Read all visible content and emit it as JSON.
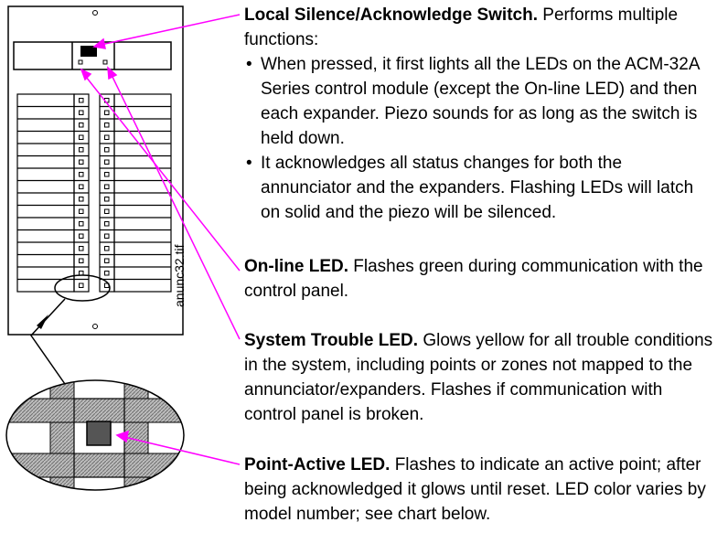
{
  "figure": {
    "filename_label": "anunc32.tif",
    "callout_color": "#ff00ff"
  },
  "callouts": {
    "silence": {
      "title": "Local Silence/Acknowledge Switch.",
      "text": "Performs multiple functions:",
      "bullets": [
        "When pressed, it first lights all the LEDs on the ACM-32A Series control module (except the On-line LED) and then each expander. Piezo sounds for as long as the switch is held down.",
        "It acknowledges all status changes for both the annunciator and the expanders. Flashing LEDs will latch on solid and the piezo will be silenced."
      ]
    },
    "online": {
      "title": "On-line LED.",
      "text": "Flashes green during communication with the control panel."
    },
    "trouble": {
      "title": "System Trouble LED.",
      "text": "Glows yellow for all trouble conditions in the system, including points or zones not mapped to the annunciator/expanders. Flashes if communication with control panel is broken."
    },
    "point": {
      "title": "Point-Active LED.",
      "text": "Flashes to indicate an active point; after being acknowledged it glows until reset. LED color varies by model number; see chart below."
    }
  }
}
